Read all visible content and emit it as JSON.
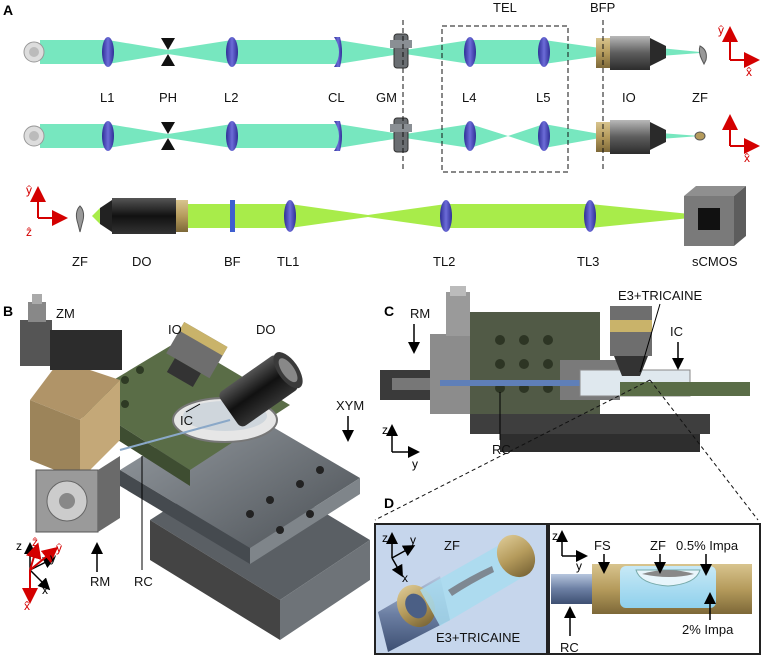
{
  "panels": {
    "A": "A",
    "B": "B",
    "C": "C",
    "D": "D"
  },
  "rowA1": {
    "labels": [
      "L1",
      "PH",
      "L2",
      "CL",
      "GM",
      "L4",
      "L5",
      "IO",
      "ZF"
    ],
    "tel": "TEL",
    "bfp": "BFP",
    "axes": {
      "y": "ŷ",
      "x": "x̂"
    }
  },
  "rowA3": {
    "labels": [
      "ZF",
      "DO",
      "BF",
      "TL1",
      "TL2",
      "TL3",
      "sCMOS"
    ],
    "axes": {
      "y": "ŷ",
      "z": "ẑ"
    }
  },
  "panelB": {
    "labels": {
      "zm": "ZM",
      "io": "IO",
      "do": "DO",
      "ic": "IC",
      "xym": "XYM",
      "rm": "RM",
      "rc": "RC"
    },
    "axes": {
      "z": "z",
      "zhat": "ẑ",
      "yhat": "ŷ",
      "y": "y",
      "x": "x",
      "xhat": "x̂"
    }
  },
  "panelC": {
    "labels": {
      "rm": "RM",
      "e3": "E3+TRICAINE",
      "ic": "IC",
      "rc": "RC"
    },
    "axes": {
      "z": "z",
      "y": "y"
    }
  },
  "panelD": {
    "left": {
      "zf": "ZF",
      "e3": "E3+TRICAINE",
      "axes": {
        "z": "z",
        "y": "y",
        "x": "x"
      }
    },
    "right": {
      "fs": "FS",
      "zf": "ZF",
      "impa05": "0.5% Impa",
      "impa2": "2% Impa",
      "rc": "RC",
      "axes": {
        "z": "z",
        "y": "y"
      }
    }
  },
  "colors": {
    "beam": "#5fe3b4",
    "beam_det": "#a8ec4a",
    "lens": "#3f3fb0",
    "axis_red": "#d40000",
    "metal": "#6a6e72",
    "plate_green": "#5a6d47",
    "brass": "#b59b5c"
  }
}
